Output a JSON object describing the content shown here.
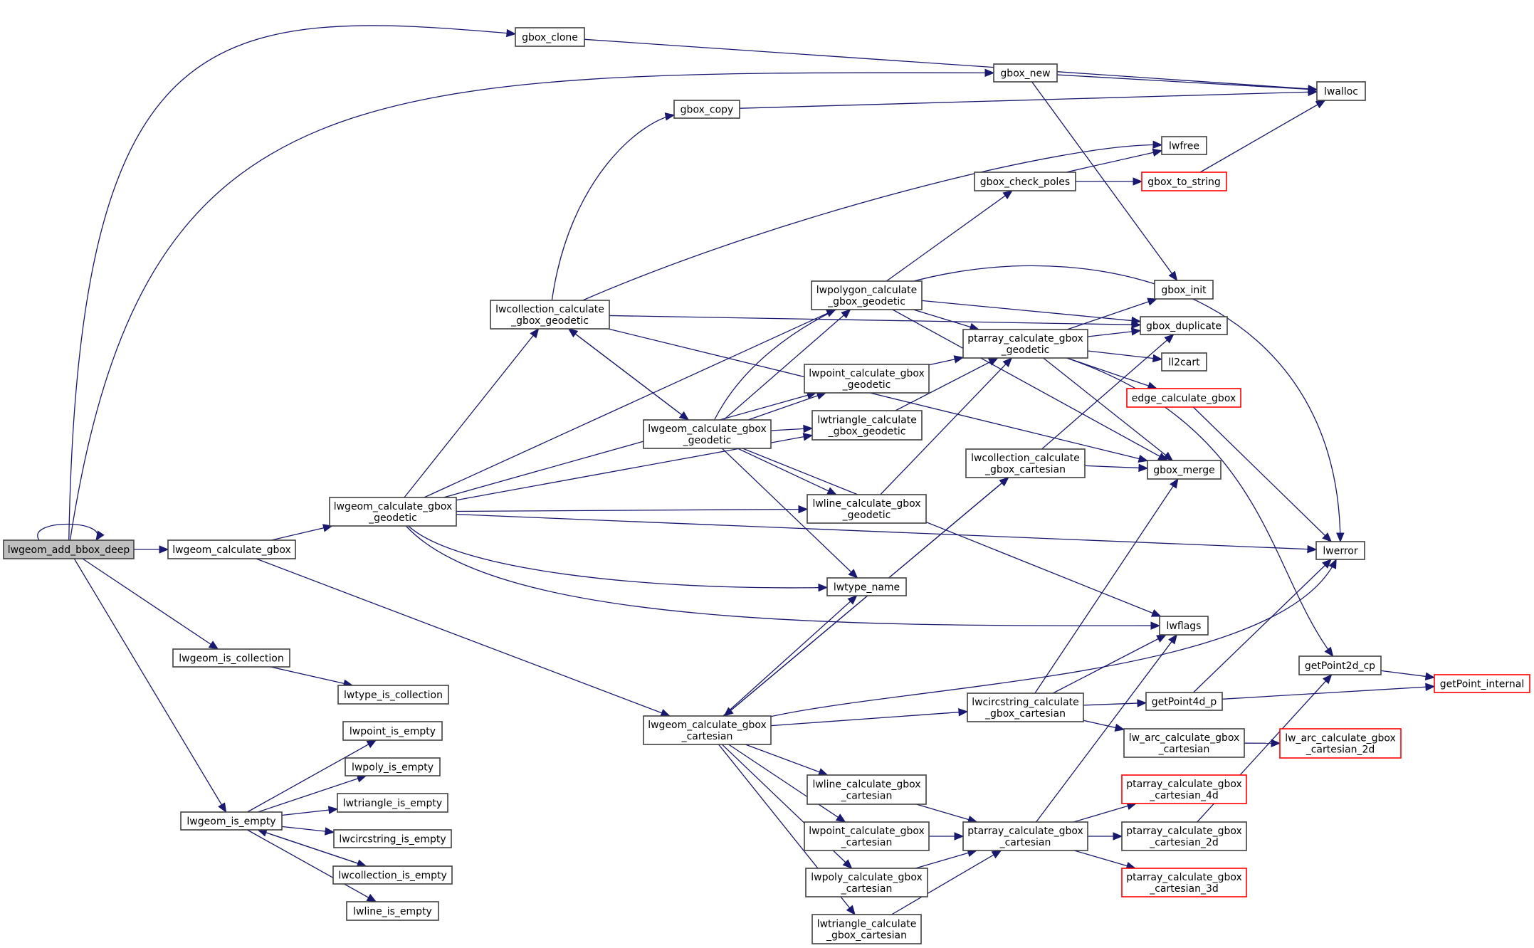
{
  "title": "lwgeom_add_bbox_deep call graph",
  "colors": {
    "edge": "#191970",
    "root_fill": "#bfbfbf",
    "missing_border": "#ff0000",
    "node_border": "#404040"
  },
  "nodes": [
    {
      "id": "root",
      "lines": [
        "lwgeom_add_bbox_deep"
      ],
      "kind": "root"
    },
    {
      "id": "calc_gbox",
      "lines": [
        "lwgeom_calculate_gbox"
      ]
    },
    {
      "id": "calc_geod_a",
      "lines": [
        "lwgeom_calculate_gbox",
        "_geodetic"
      ]
    },
    {
      "id": "calc_geod_b",
      "lines": [
        "lwgeom_calculate_gbox",
        "_geodetic"
      ]
    },
    {
      "id": "calc_cart",
      "lines": [
        "lwgeom_calculate_gbox",
        "_cartesian"
      ]
    },
    {
      "id": "gbox_clone",
      "lines": [
        "gbox_clone"
      ]
    },
    {
      "id": "gbox_new",
      "lines": [
        "gbox_new"
      ]
    },
    {
      "id": "gbox_copy",
      "lines": [
        "gbox_copy"
      ]
    },
    {
      "id": "lwalloc",
      "lines": [
        "lwalloc"
      ]
    },
    {
      "id": "lwfree",
      "lines": [
        "lwfree"
      ]
    },
    {
      "id": "gbox_check_poles",
      "lines": [
        "gbox_check_poles"
      ]
    },
    {
      "id": "gbox_to_string",
      "lines": [
        "gbox_to_string"
      ],
      "kind": "missing"
    },
    {
      "id": "coll_geod",
      "lines": [
        "lwcollection_calculate",
        "_gbox_geodetic"
      ]
    },
    {
      "id": "poly_geod",
      "lines": [
        "lwpolygon_calculate",
        "_gbox_geodetic"
      ]
    },
    {
      "id": "point_geod",
      "lines": [
        "lwpoint_calculate_gbox",
        "_geodetic"
      ]
    },
    {
      "id": "tri_geod",
      "lines": [
        "lwtriangle_calculate",
        "_gbox_geodetic"
      ]
    },
    {
      "id": "line_geod",
      "lines": [
        "lwline_calculate_gbox",
        "_geodetic"
      ]
    },
    {
      "id": "pta_geod",
      "lines": [
        "ptarray_calculate_gbox",
        "_geodetic"
      ]
    },
    {
      "id": "gbox_init",
      "lines": [
        "gbox_init"
      ]
    },
    {
      "id": "gbox_duplicate",
      "lines": [
        "gbox_duplicate"
      ]
    },
    {
      "id": "ll2cart",
      "lines": [
        "ll2cart"
      ]
    },
    {
      "id": "edge_calc",
      "lines": [
        "edge_calculate_gbox"
      ],
      "kind": "missing"
    },
    {
      "id": "coll_cart",
      "lines": [
        "lwcollection_calculate",
        "_gbox_cartesian"
      ]
    },
    {
      "id": "gbox_merge",
      "lines": [
        "gbox_merge"
      ]
    },
    {
      "id": "lwerror",
      "lines": [
        "lwerror"
      ]
    },
    {
      "id": "lwtype_name",
      "lines": [
        "lwtype_name"
      ]
    },
    {
      "id": "lwflags",
      "lines": [
        "lwflags"
      ]
    },
    {
      "id": "getPoint2d_cp",
      "lines": [
        "getPoint2d_cp"
      ]
    },
    {
      "id": "getPoint_internal",
      "lines": [
        "getPoint_internal"
      ],
      "kind": "missing"
    },
    {
      "id": "circ_cart",
      "lines": [
        "lwcircstring_calculate",
        "_gbox_cartesian"
      ]
    },
    {
      "id": "getPoint4d_p",
      "lines": [
        "getPoint4d_p"
      ]
    },
    {
      "id": "arc_cart",
      "lines": [
        "lw_arc_calculate_gbox",
        "_cartesian"
      ]
    },
    {
      "id": "arc_cart_2d",
      "lines": [
        "lw_arc_calculate_gbox",
        "_cartesian_2d"
      ],
      "kind": "missing"
    },
    {
      "id": "line_cart",
      "lines": [
        "lwline_calculate_gbox",
        "_cartesian"
      ]
    },
    {
      "id": "point_cart",
      "lines": [
        "lwpoint_calculate_gbox",
        "_cartesian"
      ]
    },
    {
      "id": "poly_cart",
      "lines": [
        "lwpoly_calculate_gbox",
        "_cartesian"
      ]
    },
    {
      "id": "tri_cart",
      "lines": [
        "lwtriangle_calculate",
        "_gbox_cartesian"
      ]
    },
    {
      "id": "pta_cart",
      "lines": [
        "ptarray_calculate_gbox",
        "_cartesian"
      ]
    },
    {
      "id": "pta_cart_4d",
      "lines": [
        "ptarray_calculate_gbox",
        "_cartesian_4d"
      ],
      "kind": "missing"
    },
    {
      "id": "pta_cart_2d",
      "lines": [
        "ptarray_calculate_gbox",
        "_cartesian_2d"
      ]
    },
    {
      "id": "pta_cart_3d",
      "lines": [
        "ptarray_calculate_gbox",
        "_cartesian_3d"
      ],
      "kind": "missing"
    },
    {
      "id": "is_collection",
      "lines": [
        "lwgeom_is_collection"
      ]
    },
    {
      "id": "type_is_collection",
      "lines": [
        "lwtype_is_collection"
      ]
    },
    {
      "id": "is_empty",
      "lines": [
        "lwgeom_is_empty"
      ]
    },
    {
      "id": "point_empty",
      "lines": [
        "lwpoint_is_empty"
      ]
    },
    {
      "id": "poly_empty",
      "lines": [
        "lwpoly_is_empty"
      ]
    },
    {
      "id": "tri_empty",
      "lines": [
        "lwtriangle_is_empty"
      ]
    },
    {
      "id": "circ_empty",
      "lines": [
        "lwcircstring_is_empty"
      ]
    },
    {
      "id": "coll_empty",
      "lines": [
        "lwcollection_is_empty"
      ]
    },
    {
      "id": "line_empty",
      "lines": [
        "lwline_is_empty"
      ]
    }
  ],
  "edges": [
    [
      "root",
      "root"
    ],
    [
      "root",
      "calc_gbox"
    ],
    [
      "root",
      "gbox_clone"
    ],
    [
      "root",
      "gbox_new"
    ],
    [
      "root",
      "is_collection"
    ],
    [
      "root",
      "is_empty"
    ],
    [
      "calc_gbox",
      "calc_geod_a"
    ],
    [
      "calc_gbox",
      "calc_cart"
    ],
    [
      "gbox_clone",
      "lwalloc"
    ],
    [
      "gbox_new",
      "lwalloc"
    ],
    [
      "gbox_new",
      "gbox_init"
    ],
    [
      "gbox_copy",
      "lwalloc"
    ],
    [
      "gbox_check_poles",
      "lwfree"
    ],
    [
      "gbox_check_poles",
      "gbox_to_string"
    ],
    [
      "gbox_to_string",
      "lwalloc"
    ],
    [
      "calc_geod_a",
      "coll_geod"
    ],
    [
      "calc_geod_a",
      "poly_geod"
    ],
    [
      "calc_geod_a",
      "point_geod"
    ],
    [
      "calc_geod_a",
      "tri_geod"
    ],
    [
      "calc_geod_a",
      "line_geod"
    ],
    [
      "calc_geod_a",
      "lwerror"
    ],
    [
      "calc_geod_a",
      "lwtype_name"
    ],
    [
      "calc_geod_a",
      "lwflags"
    ],
    [
      "coll_geod",
      "gbox_copy"
    ],
    [
      "coll_geod",
      "lwfree"
    ],
    [
      "coll_geod",
      "gbox_duplicate"
    ],
    [
      "coll_geod",
      "gbox_merge"
    ],
    [
      "coll_geod",
      "calc_geod_b"
    ],
    [
      "calc_geod_b",
      "coll_geod"
    ],
    [
      "calc_geod_b",
      "poly_geod"
    ],
    [
      "calc_geod_b",
      "point_geod"
    ],
    [
      "calc_geod_b",
      "tri_geod"
    ],
    [
      "calc_geod_b",
      "line_geod"
    ],
    [
      "calc_geod_b",
      "lwerror"
    ],
    [
      "calc_geod_b",
      "lwtype_name"
    ],
    [
      "calc_geod_b",
      "lwflags"
    ],
    [
      "poly_geod",
      "gbox_check_poles"
    ],
    [
      "poly_geod",
      "gbox_duplicate"
    ],
    [
      "poly_geod",
      "pta_geod"
    ],
    [
      "poly_geod",
      "gbox_merge"
    ],
    [
      "point_geod",
      "pta_geod"
    ],
    [
      "tri_geod",
      "pta_geod"
    ],
    [
      "line_geod",
      "pta_geod"
    ],
    [
      "pta_geod",
      "gbox_init"
    ],
    [
      "pta_geod",
      "gbox_duplicate"
    ],
    [
      "pta_geod",
      "ll2cart"
    ],
    [
      "pta_geod",
      "edge_calc"
    ],
    [
      "pta_geod",
      "gbox_merge"
    ],
    [
      "pta_geod",
      "getPoint2d_cp"
    ],
    [
      "edge_calc",
      "lwerror"
    ],
    [
      "coll_cart",
      "gbox_duplicate"
    ],
    [
      "coll_cart",
      "gbox_merge"
    ],
    [
      "coll_cart",
      "calc_cart"
    ],
    [
      "calc_cart",
      "coll_cart"
    ],
    [
      "calc_cart",
      "lwtype_name"
    ],
    [
      "calc_cart",
      "lwerror"
    ],
    [
      "calc_cart",
      "circ_cart"
    ],
    [
      "calc_cart",
      "line_cart"
    ],
    [
      "calc_cart",
      "point_cart"
    ],
    [
      "calc_cart",
      "poly_cart"
    ],
    [
      "calc_cart",
      "tri_cart"
    ],
    [
      "circ_cart",
      "gbox_merge"
    ],
    [
      "circ_cart",
      "lwflags"
    ],
    [
      "circ_cart",
      "getPoint4d_p"
    ],
    [
      "circ_cart",
      "arc_cart"
    ],
    [
      "getPoint4d_p",
      "lwerror"
    ],
    [
      "getPoint4d_p",
      "getPoint_internal"
    ],
    [
      "getPoint2d_cp",
      "getPoint_internal"
    ],
    [
      "arc_cart",
      "arc_cart_2d"
    ],
    [
      "line_cart",
      "pta_cart"
    ],
    [
      "point_cart",
      "pta_cart"
    ],
    [
      "poly_cart",
      "pta_cart"
    ],
    [
      "tri_cart",
      "pta_cart"
    ],
    [
      "pta_cart",
      "lwflags"
    ],
    [
      "pta_cart",
      "pta_cart_4d"
    ],
    [
      "pta_cart",
      "pta_cart_2d"
    ],
    [
      "pta_cart",
      "pta_cart_3d"
    ],
    [
      "pta_cart_2d",
      "getPoint2d_cp"
    ],
    [
      "is_collection",
      "type_is_collection"
    ],
    [
      "is_empty",
      "point_empty"
    ],
    [
      "is_empty",
      "poly_empty"
    ],
    [
      "is_empty",
      "tri_empty"
    ],
    [
      "is_empty",
      "circ_empty"
    ],
    [
      "is_empty",
      "coll_empty"
    ],
    [
      "is_empty",
      "line_empty"
    ],
    [
      "coll_empty",
      "is_empty"
    ]
  ]
}
